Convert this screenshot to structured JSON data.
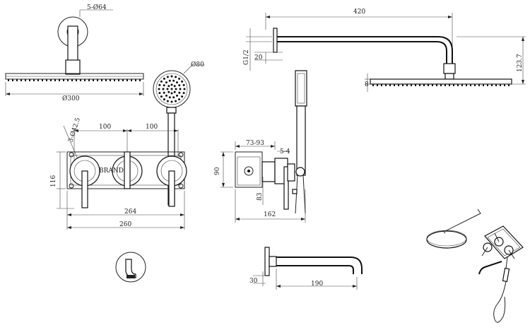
{
  "dims": {
    "arm_flange": "5-Ø64",
    "head_dia": "Ø300",
    "hand_dia": "Ø80",
    "valve_dia": "3-Ø42.5",
    "spacing_a": "100",
    "spacing_b": "100",
    "height_116": "116",
    "width_264": "264",
    "width_260": "260",
    "arm_len": "420",
    "thread": "G1/2",
    "arm_20": "20",
    "drop": "123.7",
    "head_thk": "8",
    "depth": "73-93",
    "gap": "5-4",
    "h90": "90",
    "h83": "83",
    "side_162": "162",
    "spout_30": "30",
    "spout_190": "190"
  },
  "brand_text": "BRAND"
}
